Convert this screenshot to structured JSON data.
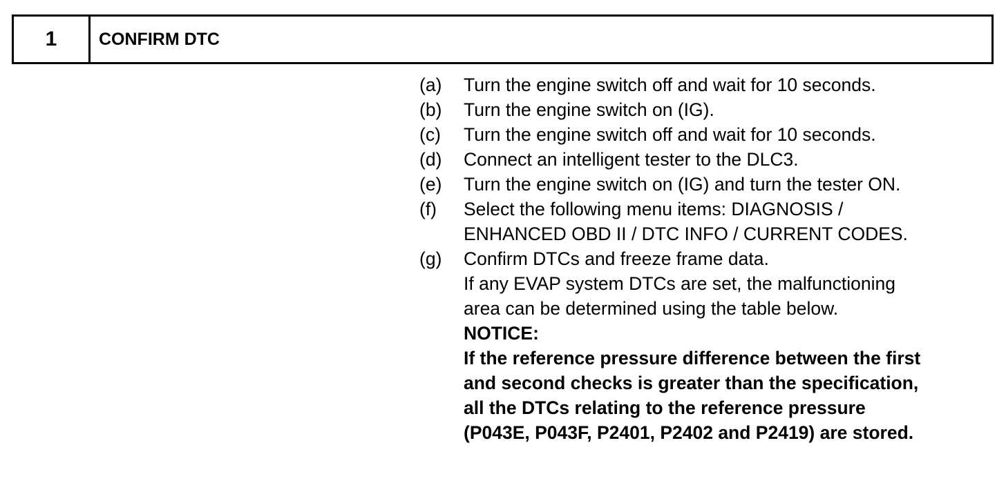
{
  "header": {
    "step_number": "1",
    "step_title": "CONFIRM DTC"
  },
  "steps": [
    {
      "letter": "(a)",
      "text": "Turn the engine switch off and wait for 10 seconds."
    },
    {
      "letter": "(b)",
      "text": "Turn the engine switch on (IG)."
    },
    {
      "letter": "(c)",
      "text": "Turn the engine switch off and wait for 10 seconds."
    },
    {
      "letter": "(d)",
      "text": "Connect an intelligent tester to the DLC3."
    },
    {
      "letter": "(e)",
      "text": "Turn the engine switch on (IG) and turn the tester ON."
    },
    {
      "letter": "(f)",
      "text_line1": "Select the following menu items: DIAGNOSIS /",
      "text_line2": "ENHANCED OBD II / DTC INFO / CURRENT CODES."
    },
    {
      "letter": "(g)",
      "text": "Confirm DTCs and freeze frame data.",
      "note_line1": "If any EVAP system DTCs are set, the malfunctioning",
      "note_line2": "area can be determined using the table below.",
      "notice_label": "NOTICE:",
      "notice_line1": "If the reference pressure difference between the first",
      "notice_line2": "and second checks is greater than the specification,",
      "notice_line3": "all the DTCs relating to the reference pressure",
      "notice_line4": "(P043E, P043F, P2401, P2402 and P2419) are stored."
    }
  ]
}
